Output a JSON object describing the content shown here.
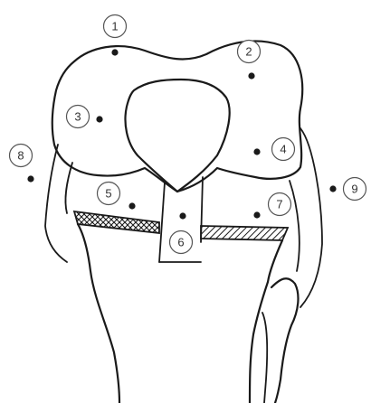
{
  "markers": [
    {
      "label": "1"
    },
    {
      "label": "2"
    },
    {
      "label": "3"
    },
    {
      "label": "4"
    },
    {
      "label": "5"
    },
    {
      "label": "6"
    },
    {
      "label": "7"
    },
    {
      "label": "8"
    },
    {
      "label": "9"
    }
  ]
}
